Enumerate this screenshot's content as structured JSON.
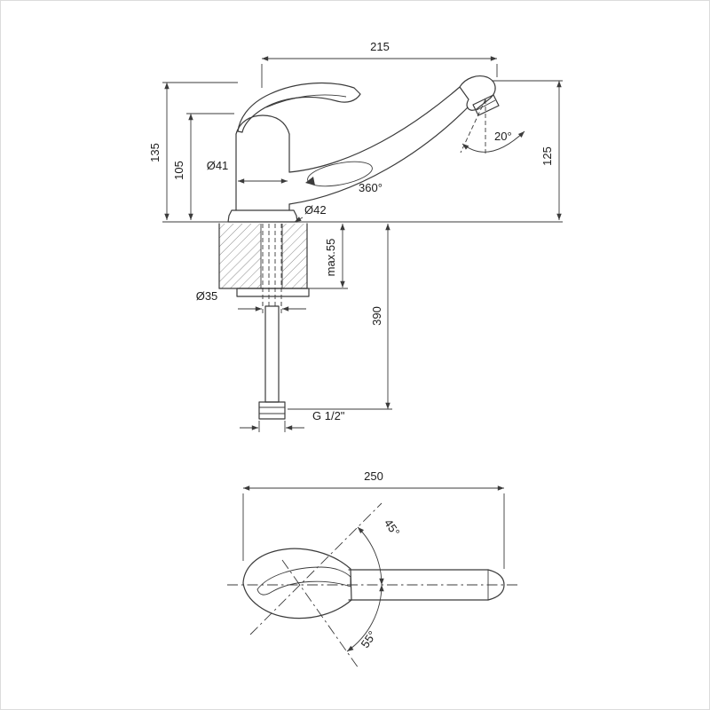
{
  "side_view": {
    "reach": "215",
    "height_total": "135",
    "height_body": "105",
    "body_diameter": "Ø41",
    "swivel_angle": "360°",
    "base_diameter": "Ø42",
    "aerator_angle": "20°",
    "spout_height": "125",
    "deck_thickness_max": "max.55",
    "hose_length": "390",
    "hole_diameter": "Ø35",
    "thread_size": "G 1/2\""
  },
  "top_view": {
    "total_length": "250",
    "handle_swing_up": "45°",
    "handle_swing_down": "55°"
  },
  "colors": {
    "line": "#3b3b3b",
    "background": "#ffffff"
  }
}
